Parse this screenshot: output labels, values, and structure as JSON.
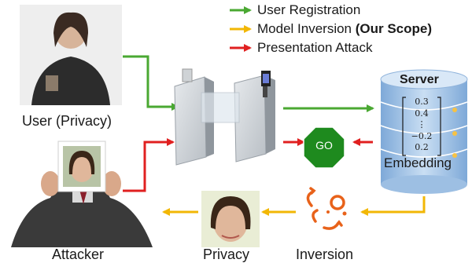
{
  "legend": {
    "registration": "User Registration",
    "inversion_prefix": "Model Inversion ",
    "inversion_scope": "(Our Scope)",
    "attack": "Presentation Attack"
  },
  "labels": {
    "user": "User (Privacy)",
    "server": "Server",
    "embedding": "Embedding",
    "go": "GO",
    "attacker": "Attacker",
    "privacy": "Privacy",
    "inversion": "Inversion"
  },
  "embedding_values": [
    "0.3",
    "0.4",
    "⋮",
    "−0.2",
    "0.2"
  ],
  "colors": {
    "registration": "#4aa832",
    "inversion": "#f2b705",
    "attack": "#e02020",
    "go": "#1e8a1e",
    "server": "#9dbfe3",
    "inversion_icon": "#e8621a"
  }
}
